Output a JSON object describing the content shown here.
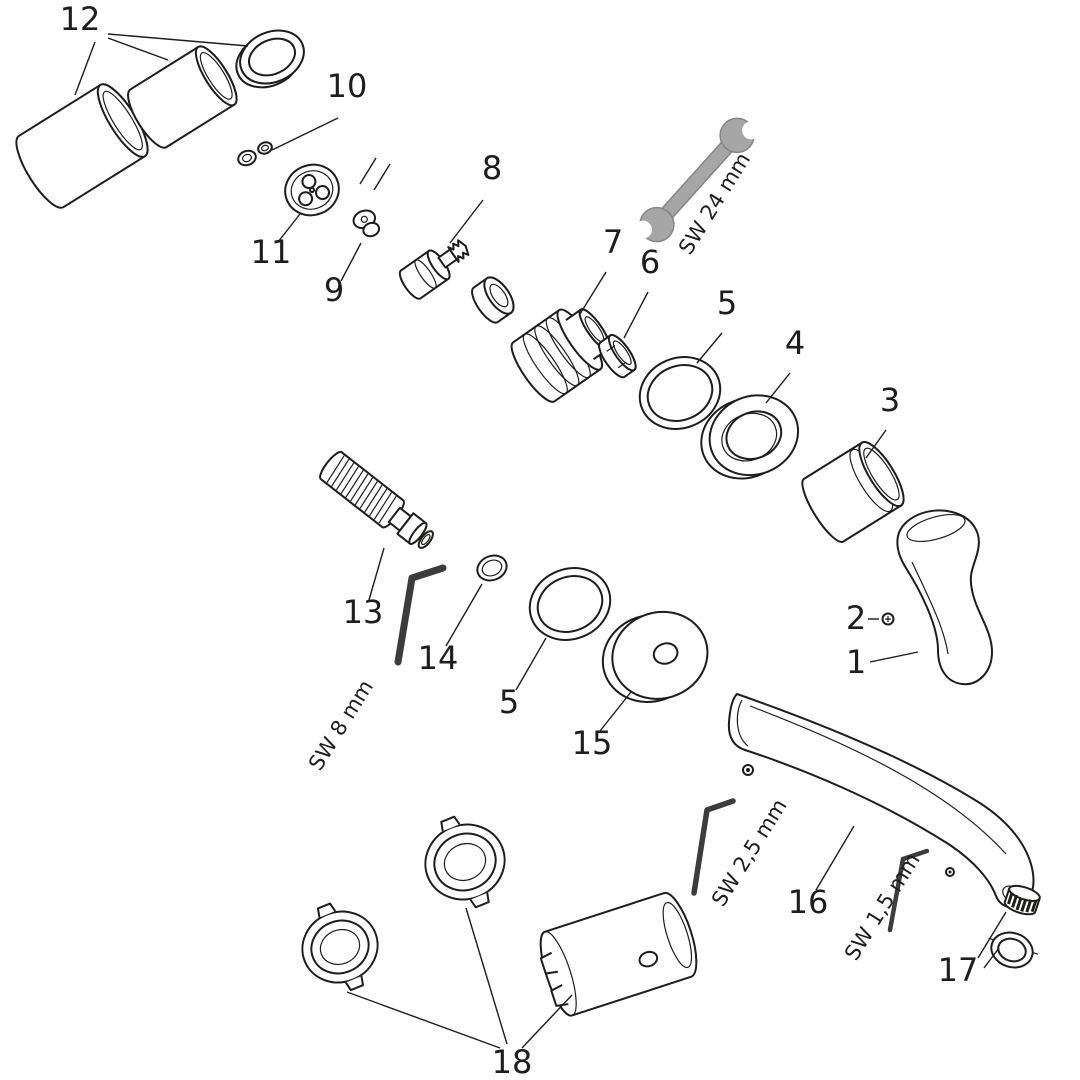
{
  "diagram": {
    "type": "exploded-parts-diagram",
    "background": "#ffffff",
    "line_color": "#1d1d1b",
    "tool_gray": "#a6a6a6",
    "callouts": {
      "c12": "12",
      "c10": "10",
      "c8": "8",
      "c11": "11",
      "c9": "9",
      "c7": "7",
      "c6": "6",
      "c5a": "5",
      "c4": "4",
      "c3": "3",
      "c2": "2",
      "c1": "1",
      "c13": "13",
      "c14": "14",
      "c5b": "5",
      "c15": "15",
      "c16": "16",
      "c17": "17",
      "c18": "18"
    },
    "tool_labels": {
      "wrench": "SW 24 mm",
      "allen8": "SW 8 mm",
      "allen25": "SW 2,5 mm",
      "allen15": "SW 1,5 mm"
    }
  }
}
